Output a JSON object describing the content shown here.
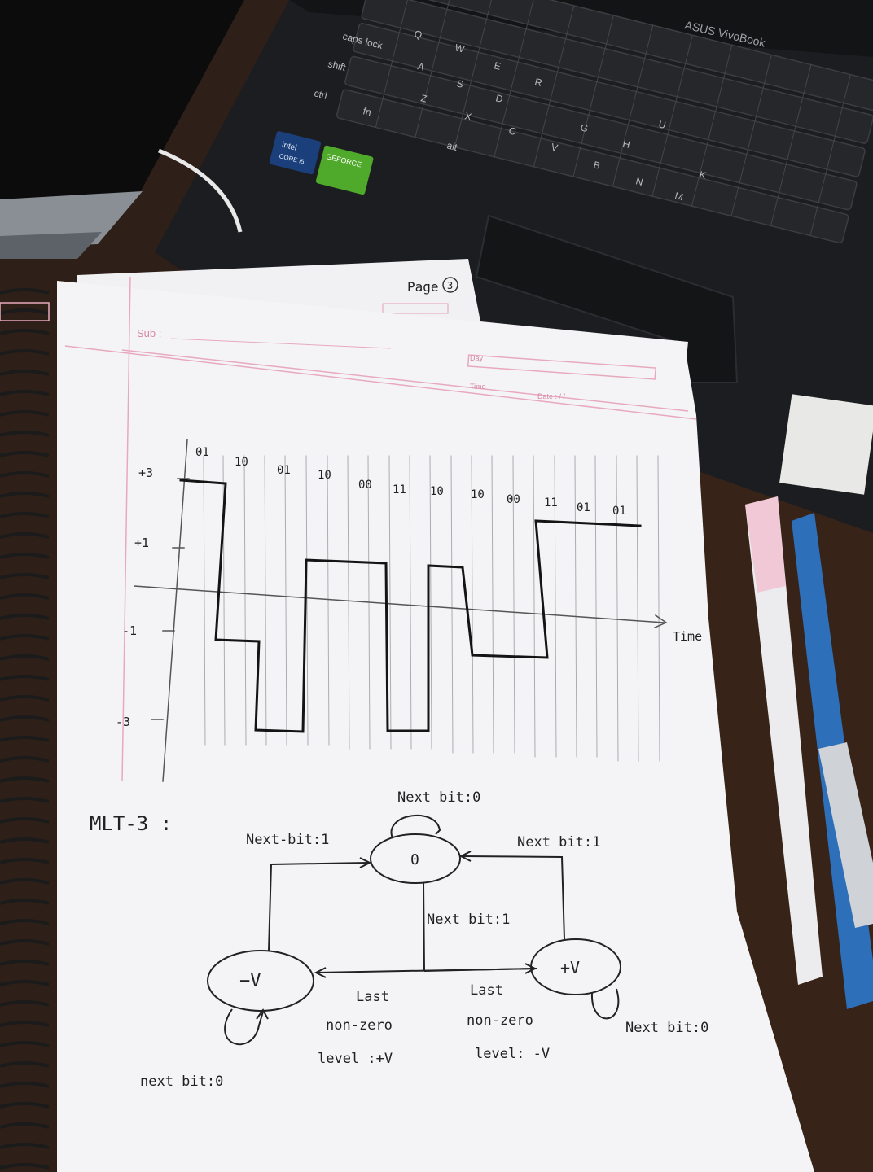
{
  "laptop": {
    "brand": "ASUS VivoBook",
    "sticker_intel": "intel",
    "sticker_intel_sub": "CORE i5",
    "sticker_nvidia": "GEFORCE",
    "keys": [
      "caps lock",
      "shift",
      "ctrl",
      "fn",
      "Q",
      "W",
      "E",
      "R",
      "A",
      "S",
      "D",
      "Z",
      "X",
      "C",
      "V",
      "B",
      "N",
      "M",
      "G",
      "H",
      "U",
      "K",
      "alt"
    ]
  },
  "top_page": {
    "label": "Page",
    "page_number": "3"
  },
  "notebook": {
    "subject_label": "Sub :",
    "day_label": "Day",
    "time_label": "Time",
    "date_label": "Date :  /  /"
  },
  "waveform": {
    "y_labels": [
      "+3",
      "+1",
      "-1",
      "-3"
    ],
    "bit_pairs": [
      "01",
      "10",
      "01",
      "10",
      "00",
      "11",
      "10",
      "10",
      "00",
      "11",
      "01",
      "01"
    ],
    "time_label": "Time",
    "levels": [
      3,
      -1,
      -3,
      1,
      -3,
      1,
      -1,
      3
    ]
  },
  "state_diagram": {
    "title": "MLT-3 :",
    "states": {
      "zero": "0",
      "minus": "−V",
      "plus": "+V"
    },
    "labels": {
      "next_bit_0_top": "Next bit:0",
      "next_bit_1_left": "Next-bit:1",
      "next_bit_1_right": "Next bit:1",
      "next_bit_1_center": "Next bit:1",
      "last_left_1": "Last",
      "last_left_2": "non-zero",
      "last_left_3": "level :+V",
      "last_right_1": "Last",
      "last_right_2": "non-zero",
      "last_right_3": "level: -V",
      "next_bit_0_left": "next bit:0",
      "next_bit_0_right": "Next bit:0"
    }
  },
  "colors": {
    "table": "#2e2018",
    "laptop": "#1c1d20",
    "paper": "#f4f4f6",
    "ink": "#1f1f1f",
    "margin_pink": "#e8a9bd"
  }
}
